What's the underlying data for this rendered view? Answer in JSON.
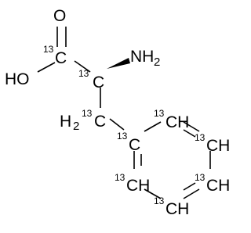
{
  "molecule": {
    "atoms": {
      "O_carbonyl": {
        "main": "O"
      },
      "HO": {
        "main": "HO"
      },
      "C_carboxyl": {
        "sup": "13",
        "main": "C"
      },
      "NH2": {
        "main": "NH",
        "sub": "2"
      },
      "C_alpha": {
        "sup": "13",
        "main": "C"
      },
      "H2C_beta": {
        "main": "H",
        "sub": "2",
        "sup": "13",
        "tail": "C"
      },
      "C_ipso": {
        "sup": "13",
        "main": "C"
      },
      "CH_ortho1": {
        "sup": "13",
        "main": "CH"
      },
      "CH_meta1": {
        "sup": "13",
        "main": "CH"
      },
      "CH_para": {
        "sup": "13",
        "main": "CH"
      },
      "CH_meta2": {
        "sup": "13",
        "main": "CH"
      },
      "CH_ortho2": {
        "sup": "13",
        "main": "CH"
      }
    },
    "stereo": {
      "alpha_to_N": "wedge"
    }
  }
}
